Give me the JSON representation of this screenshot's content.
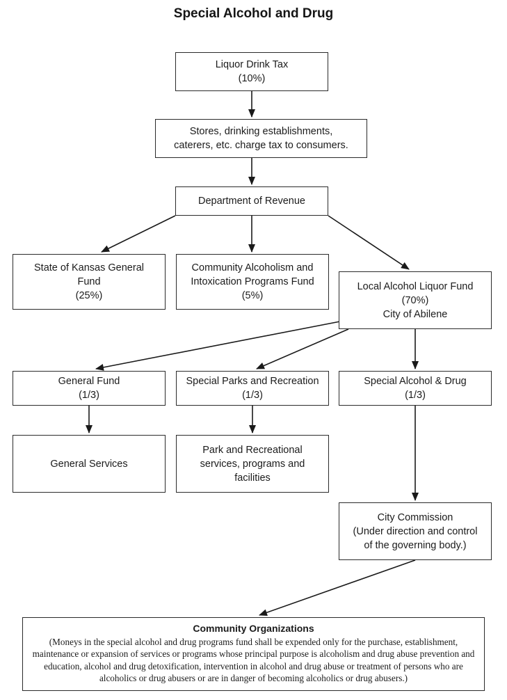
{
  "title": "Special Alcohol and Drug",
  "colors": {
    "background": "#ffffff",
    "box_border": "#2a2a2a",
    "arrow": "#1a1a1a",
    "text": "#1b1b1b"
  },
  "nodes": {
    "liquor_drink_tax": {
      "label": "Liquor Drink Tax\n(10%)"
    },
    "stores": {
      "label": "Stores, drinking establishments,\ncaterers, etc. charge tax to consumers."
    },
    "department_of_revenue": {
      "label": "Department of Revenue"
    },
    "state_kansas_general_fund": {
      "label": "State of Kansas General\nFund\n(25%)"
    },
    "community_alcoholism_fund": {
      "label": "Community Alcoholism and\nIntoxication Programs Fund\n(5%)"
    },
    "local_alcohol_liquor_fund": {
      "label": "Local Alcohol Liquor Fund\n(70%)\nCity of Abilene"
    },
    "general_fund": {
      "label": "General Fund\n(1/3)"
    },
    "special_parks_recreation": {
      "label": "Special Parks and Recreation\n(1/3)"
    },
    "special_alcohol_drug": {
      "label": "Special Alcohol & Drug\n(1/3)"
    },
    "general_services": {
      "label": "General Services"
    },
    "park_recreational_services": {
      "label": "Park and Recreational\nservices, programs and\nfacilities"
    },
    "city_commission": {
      "label": "City Commission\n(Under direction and control\nof the governing body.)"
    },
    "community_organizations": {
      "heading": "Community Organizations",
      "body": "(Moneys in the special alcohol and drug programs fund shall be expended only for the purchase, establishment, maintenance or expansion of services or programs whose principal purpose is alcoholism and drug abuse prevention and education, alcohol and drug detoxification, intervention in alcohol and drug abuse or treatment of persons who are alcoholics or drug abusers or are in danger of becoming alcoholics or drug abusers.)"
    }
  }
}
